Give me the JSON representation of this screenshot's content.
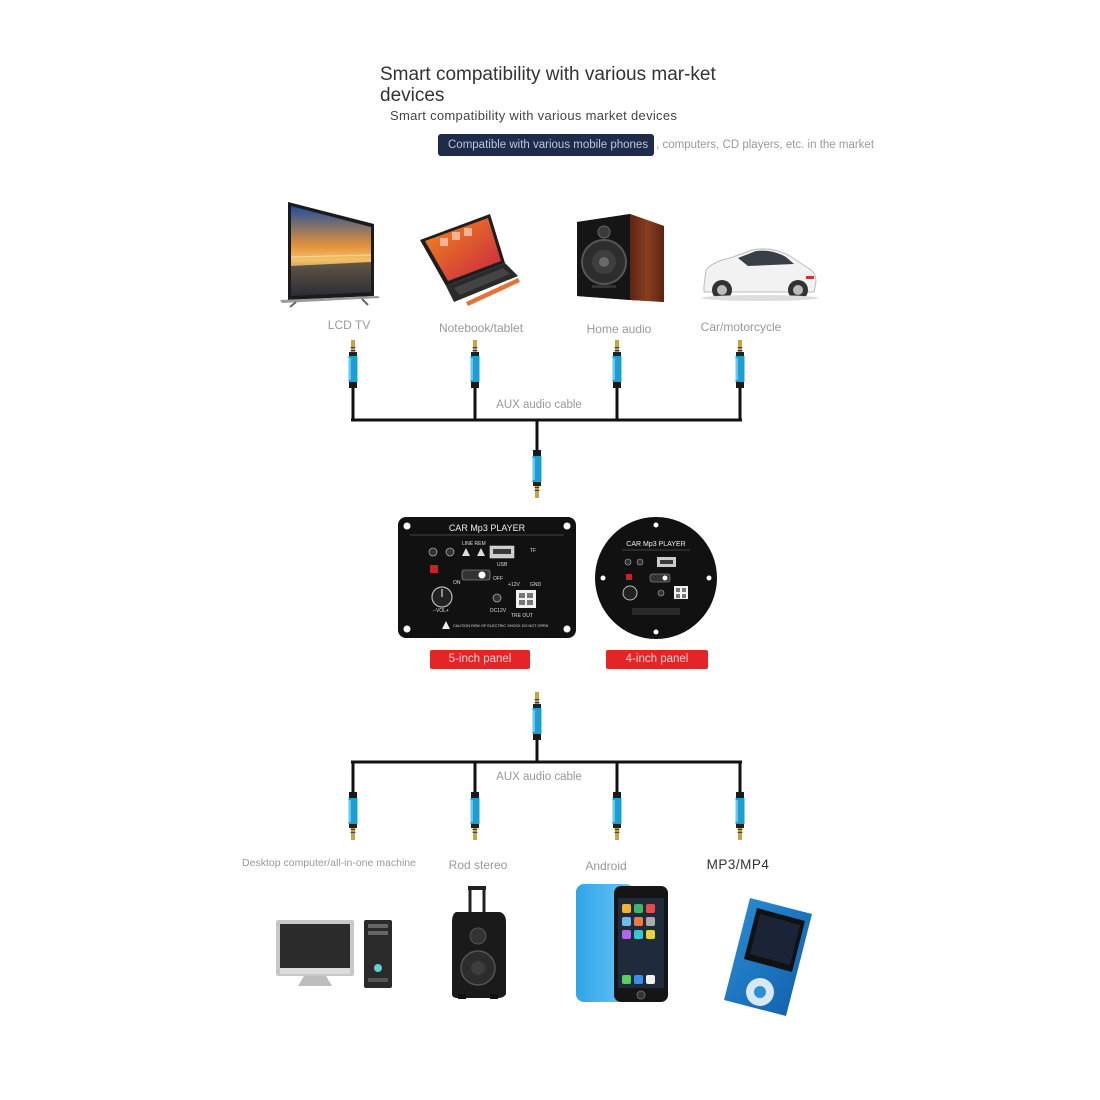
{
  "header": {
    "title": "Smart compatibility with various mar-ket devices",
    "subtitle": "Smart compatibility with various market devices",
    "compat_highlight": "Compatible with various mobile phones",
    "compat_rest": ", computers, CD players, etc. in the market"
  },
  "top_devices": [
    {
      "label": "LCD TV",
      "icon": "lcd-tv-icon"
    },
    {
      "label": "Notebook/tablet",
      "icon": "laptop-icon"
    },
    {
      "label": "Home audio",
      "icon": "speaker-icon"
    },
    {
      "label": "Car/motorcycle",
      "icon": "car-icon"
    }
  ],
  "cable_label_top": "AUX audio cable",
  "cable_label_bottom": "AUX audio cable",
  "panels": {
    "five_inch": {
      "title": "CAR Mp3 PLAYER",
      "badge": "5-inch panel",
      "line_rem": "LINE REM",
      "usb": "USB",
      "tf": "TF",
      "off": "OFF",
      "on": "ON",
      "v12": "+12V",
      "gnd": "GND",
      "vol": "−VOL+",
      "dc12": "DC12V",
      "tre_out": "TRE OUT",
      "caution": "CAUTION RISK OF ELECTRIC SHOCK DO NOT OPEN"
    },
    "four_inch": {
      "title": "CAR Mp3 PLAYER",
      "badge": "4-inch panel"
    }
  },
  "bottom_devices": [
    {
      "label": "Desktop computer/all-in-one machine",
      "icon": "desktop-computer-icon"
    },
    {
      "label": "Rod stereo",
      "icon": "trolley-speaker-icon"
    },
    {
      "label": "Android",
      "icon": "smartphone-icon"
    },
    {
      "label": "MP3/MP4",
      "icon": "mp3-player-icon"
    }
  ],
  "colors": {
    "accent_red": "#e42528",
    "banner_navy": "#1f2b4a",
    "cable_blue": "#1b9fd0",
    "plug_gold": "#c9a245",
    "panel_black": "#111111"
  }
}
